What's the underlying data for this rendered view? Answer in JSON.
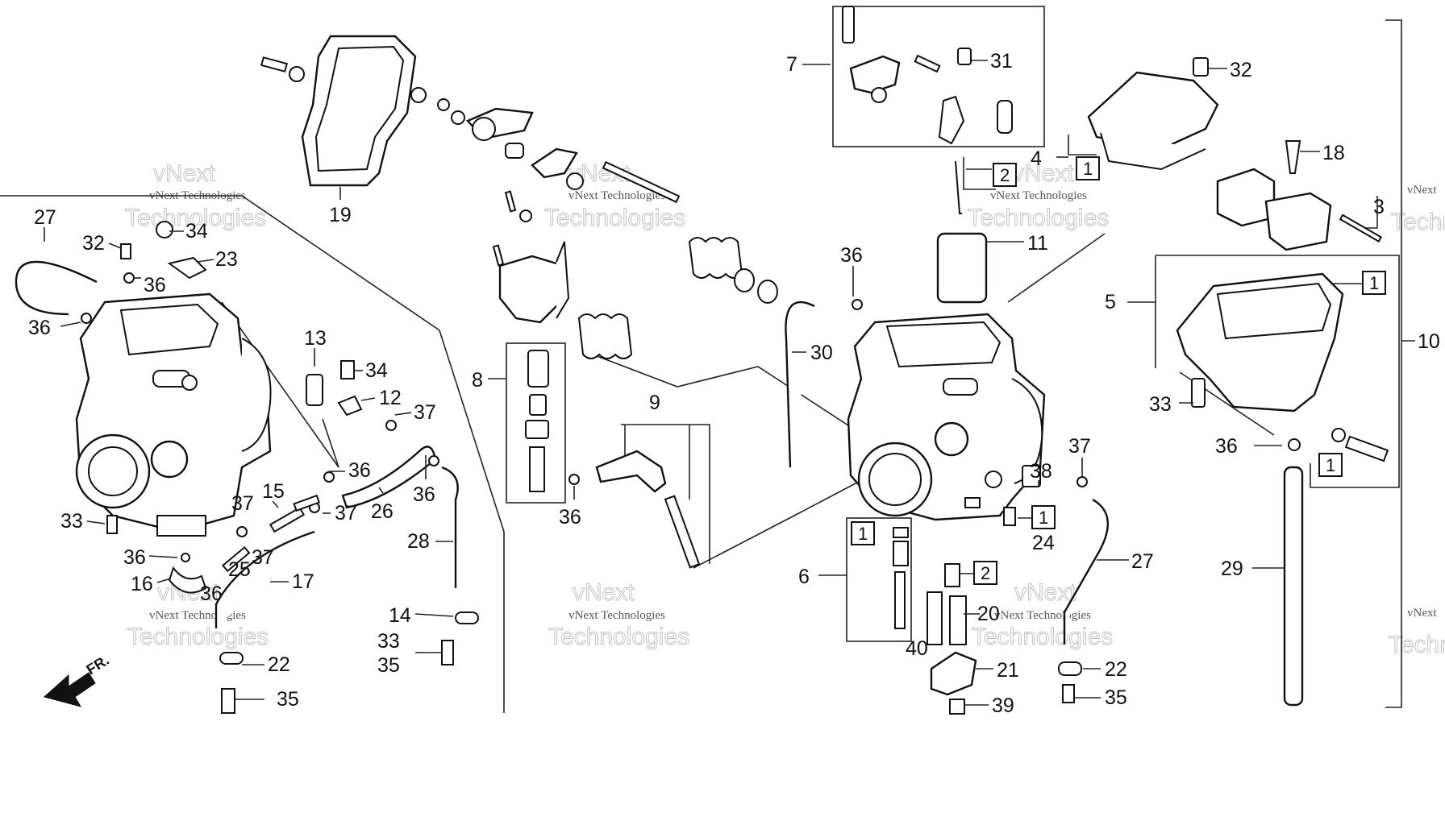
{
  "watermark": {
    "brand_line1": "vNext",
    "brand_line2": "Technologies",
    "caption": "vNext Technologies"
  },
  "direction_marker": "FR.",
  "callouts": [
    "27",
    "32",
    "34",
    "23",
    "36",
    "36",
    "13",
    "34",
    "12",
    "37",
    "36",
    "26",
    "36",
    "15",
    "37",
    "37",
    "33",
    "36",
    "25",
    "37",
    "16",
    "36",
    "17",
    "28",
    "14",
    "33",
    "35",
    "22",
    "35",
    "19",
    "7",
    "31",
    "32",
    "4",
    "2",
    "18",
    "3",
    "11",
    "36",
    "30",
    "8",
    "9",
    "36",
    "5",
    "10",
    "33",
    "36",
    "6",
    "20",
    "40",
    "21",
    "39",
    "38",
    "24",
    "37",
    "27",
    "22",
    "35",
    "29"
  ],
  "boxed_callouts": [
    "1",
    "2",
    "1",
    "1",
    "1",
    "1",
    "2"
  ]
}
